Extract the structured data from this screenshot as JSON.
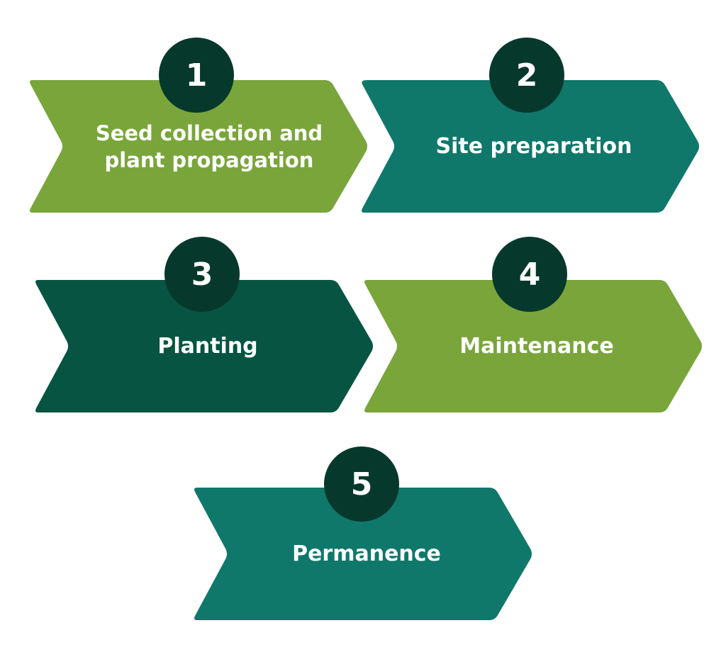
{
  "colors": {
    "light_green": "#79a53b",
    "teal": "#0f786a",
    "dark_green": "#075442",
    "badge": "#06392c",
    "text": "#ffffff"
  },
  "steps": [
    {
      "number": "1",
      "lines": [
        "Seed collection and",
        "plant propagation"
      ],
      "color": "#79a53b"
    },
    {
      "number": "2",
      "lines": [
        "Site preparation"
      ],
      "color": "#0f786a"
    },
    {
      "number": "3",
      "lines": [
        "Planting"
      ],
      "color": "#075442"
    },
    {
      "number": "4",
      "lines": [
        "Maintenance"
      ],
      "color": "#79a53b"
    },
    {
      "number": "5",
      "lines": [
        "Permanence"
      ],
      "color": "#0f786a"
    }
  ]
}
